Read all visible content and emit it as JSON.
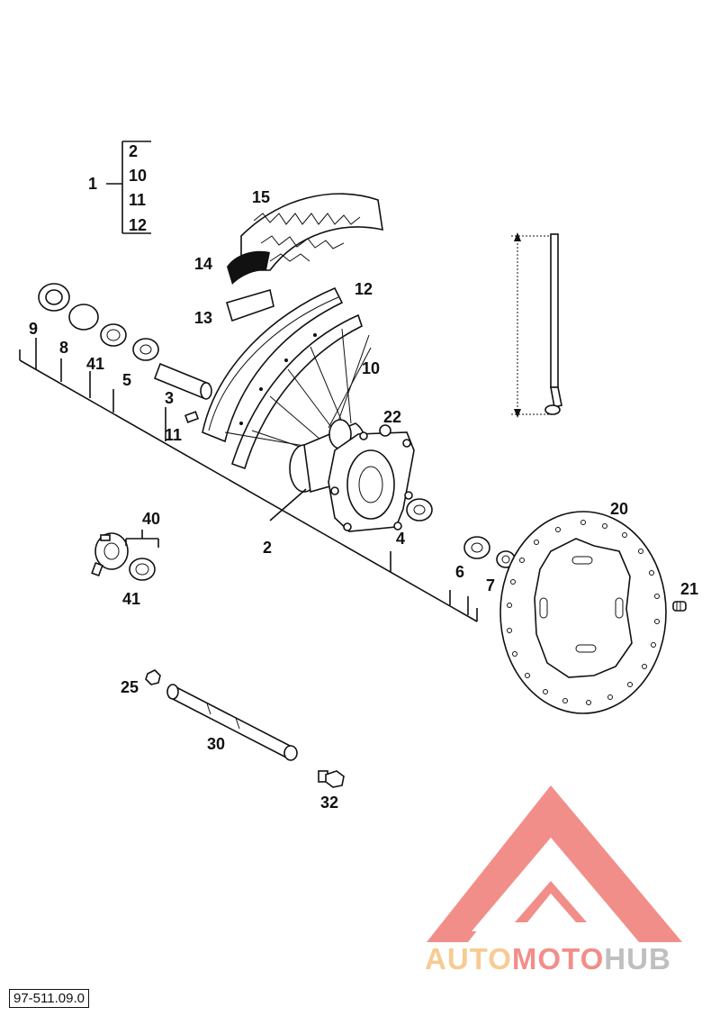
{
  "drawing_ref": "97-511.09.0",
  "watermark": {
    "brand": "AUTOMOTOHUB",
    "red": "#e8332a",
    "orange": "#f2a23a",
    "gray": "#8c8c8c"
  },
  "parts": {
    "p1": "1",
    "g2": "2",
    "g10": "10",
    "g11": "11",
    "g12": "12",
    "p15": "15",
    "p14": "14",
    "p13": "13",
    "p12": "12",
    "p10": "10",
    "p9": "9",
    "p8": "8",
    "p41a": "41",
    "p5": "5",
    "p3": "3",
    "p11": "11",
    "p22": "22",
    "p2": "2",
    "p4": "4",
    "p40": "40",
    "p41b": "41",
    "p6": "6",
    "p7": "7",
    "p20": "20",
    "p21": "21",
    "p25": "25",
    "p30": "30",
    "p32": "32"
  }
}
